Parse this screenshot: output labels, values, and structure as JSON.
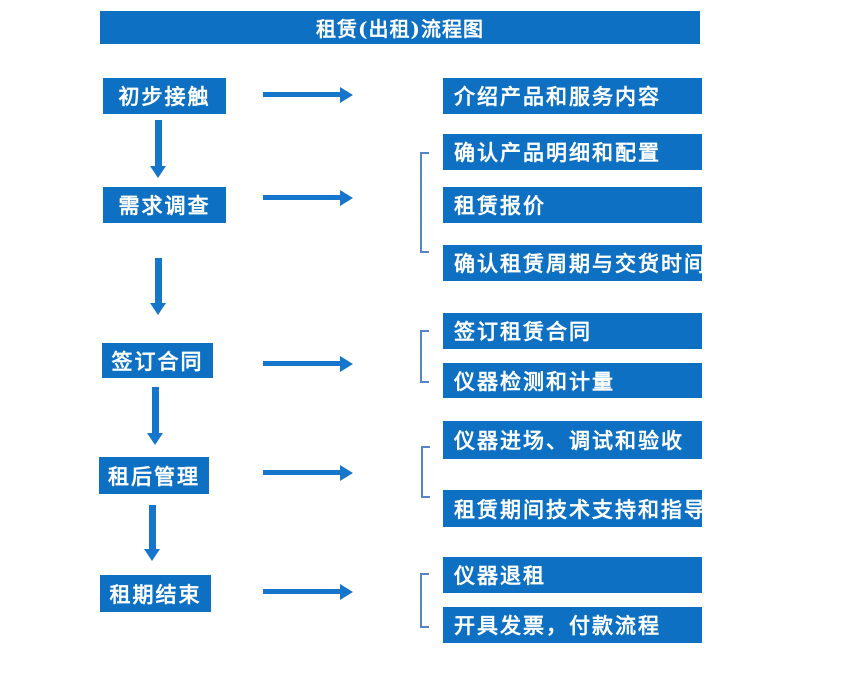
{
  "title": "租赁(出租)流程图",
  "palette": {
    "box_blue": "#0D70C2",
    "arrow_blue": "#1576CB",
    "bracket_blue": "#5585C5",
    "text_color": "#FFFFFF",
    "background": "#FFFFFF"
  },
  "stages": [
    {
      "label": "初步接触",
      "outputs": [
        "介绍产品和服务内容"
      ]
    },
    {
      "label": "需求调查",
      "outputs": [
        "确认产品明细和配置",
        "租赁报价",
        "确认租赁周期与交货时间"
      ]
    },
    {
      "label": "签订合同",
      "outputs": [
        "签订租赁合同",
        "仪器检测和计量"
      ]
    },
    {
      "label": "租后管理",
      "outputs": [
        "仪器进场、调试和验收",
        "租赁期间技术支持和指导"
      ]
    },
    {
      "label": "租期结束",
      "outputs": [
        "仪器退租",
        "开具发票，付款流程"
      ]
    }
  ]
}
